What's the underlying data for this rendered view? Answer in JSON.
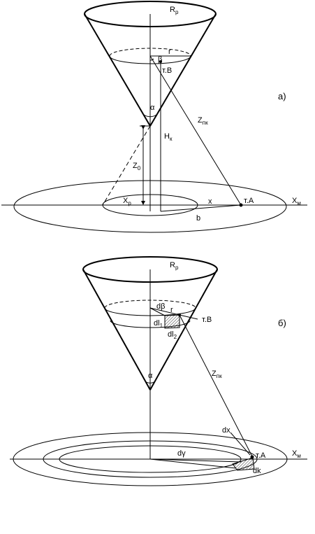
{
  "figure": {
    "panel_a": {
      "panel_label": "а)",
      "labels": {
        "radius_top": "R",
        "radius_top_sub": "p",
        "radius": "r",
        "beta": "β",
        "point_b": "т.В",
        "alpha": "α",
        "z_pk": "Z",
        "z_pk_sub": "пк",
        "h_k": "H",
        "h_k_sub": "к",
        "z_0": "Z",
        "z_0_sub": "0",
        "x_p": "X",
        "x_p_sub": "p",
        "x": "x",
        "point_a": "т.А",
        "x_m": "X",
        "x_m_sub": "м",
        "b": "b"
      }
    },
    "panel_b": {
      "panel_label": "б)",
      "labels": {
        "radius_top": "R",
        "radius_top_sub": "p",
        "d_beta": "dβ",
        "radius": "r",
        "point_b": "т.В",
        "dl1": "dl",
        "dl1_sub": "1",
        "dl2": "dl",
        "dl2_sub": "2",
        "z_pk": "Z",
        "z_pk_sub": "пк",
        "alpha": "α",
        "dx": "dx",
        "x_m": "X",
        "x_m_sub": "м",
        "d_gamma": "dγ",
        "point_a": "т.А",
        "dk": "dk"
      }
    }
  }
}
